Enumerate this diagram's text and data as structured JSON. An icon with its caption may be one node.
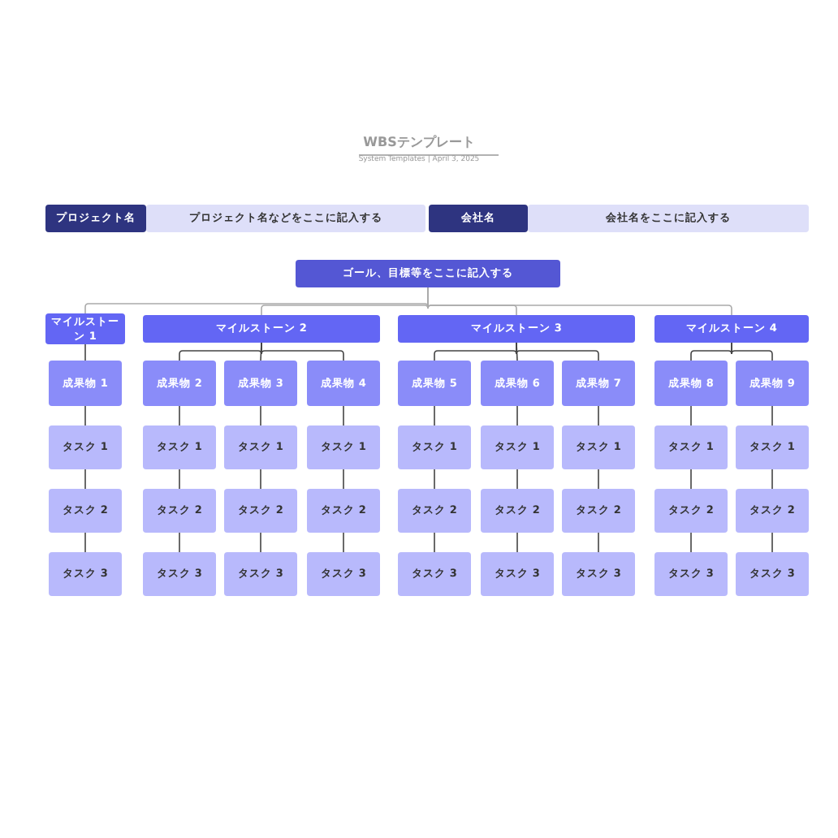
{
  "diagram": {
    "title": "WBSテンプレート",
    "caption": "System Templates | April 3, 2025",
    "nodes": [
      {
        "text": [
          "プロジェクト名"
        ]
      },
      {
        "text": [
          "プロジェクト名などをここに記入する"
        ]
      },
      {
        "text": [
          "会社名"
        ]
      },
      {
        "text": [
          "会社名をここに記入する"
        ]
      },
      {
        "text": [
          "ゴール、目標等をここに記入する"
        ]
      },
      {
        "text": [
          "マイルストーン 1"
        ]
      },
      {
        "text": [
          "マイルストーン 2"
        ]
      },
      {
        "text": [
          "マイルストーン 3"
        ]
      },
      {
        "text": [
          "マイルストーン 4"
        ]
      },
      {
        "text": [
          "成果物 1"
        ]
      },
      {
        "text": [
          "成果物 2"
        ]
      },
      {
        "text": [
          "成果物 3"
        ]
      },
      {
        "text": [
          "成果物 4"
        ]
      },
      {
        "text": [
          "成果物 5"
        ]
      },
      {
        "text": [
          "成果物 6"
        ]
      },
      {
        "text": [
          "成果物 7"
        ]
      },
      {
        "text": [
          "成果物 8"
        ]
      },
      {
        "text": [
          "成果物 9"
        ]
      },
      {
        "text": [
          "タスク 1"
        ]
      },
      {
        "text": [
          "タスク 2"
        ]
      },
      {
        "text": [
          "タスク 3"
        ]
      },
      {
        "text": [
          "タスク 1"
        ]
      },
      {
        "text": [
          "タスク 2"
        ]
      },
      {
        "text": [
          "タスク 3"
        ]
      },
      {
        "text": [
          "タスク 1"
        ]
      },
      {
        "text": [
          "タスク 2"
        ]
      },
      {
        "text": [
          "タスク 3"
        ]
      },
      {
        "text": [
          "タスク 1"
        ]
      },
      {
        "text": [
          "タスク 2"
        ]
      },
      {
        "text": [
          "タスク 3"
        ]
      },
      {
        "text": [
          "タスク 1"
        ]
      },
      {
        "text": [
          "タスク 2"
        ]
      },
      {
        "text": [
          "タスク 3"
        ]
      },
      {
        "text": [
          "タスク 1"
        ]
      },
      {
        "text": [
          "タスク 2"
        ]
      },
      {
        "text": [
          "タスク 3"
        ]
      },
      {
        "text": [
          "タスク 1"
        ]
      },
      {
        "text": [
          "タスク 2"
        ]
      },
      {
        "text": [
          "タスク 3"
        ]
      },
      {
        "text": [
          "タスク 1"
        ]
      },
      {
        "text": [
          "タスク 2"
        ]
      },
      {
        "text": [
          "タスク 3"
        ]
      },
      {
        "text": [
          "タスク 1"
        ]
      },
      {
        "text": [
          "タスク 2"
        ]
      },
      {
        "text": [
          "タスク 3"
        ]
      }
    ],
    "edges": [
      {
        "from": 4,
        "to": 5,
        "arrow": "none",
        "color": "#aaaaaa"
      },
      {
        "from": 4,
        "to": 6,
        "arrow": "none",
        "color": "#aaaaaa"
      },
      {
        "from": 4,
        "to": 7,
        "arrow": "none",
        "color": "#aaaaaa"
      },
      {
        "from": 4,
        "to": 8,
        "arrow": "none",
        "color": "#aaaaaa"
      },
      {
        "from": 5,
        "to": 9,
        "arrow": "none"
      },
      {
        "from": 6,
        "to": 10,
        "arrow": "none"
      },
      {
        "from": 6,
        "to": 11,
        "arrow": "none"
      },
      {
        "from": 6,
        "to": 12,
        "arrow": "none"
      },
      {
        "from": 7,
        "to": 13,
        "arrow": "none"
      },
      {
        "from": 7,
        "to": 14,
        "arrow": "none"
      },
      {
        "from": 7,
        "to": 15,
        "arrow": "none"
      },
      {
        "from": 8,
        "to": 16,
        "arrow": "none"
      },
      {
        "from": 8,
        "to": 17,
        "arrow": "none"
      },
      {
        "from": 9,
        "to": 18,
        "arrow": "none"
      },
      {
        "from": 18,
        "to": 19,
        "arrow": "none"
      },
      {
        "from": 19,
        "to": 20,
        "arrow": "none"
      },
      {
        "from": 10,
        "to": 21,
        "arrow": "none"
      },
      {
        "from": 21,
        "to": 22,
        "arrow": "none"
      },
      {
        "from": 22,
        "to": 23,
        "arrow": "none"
      },
      {
        "from": 11,
        "to": 24,
        "arrow": "none"
      },
      {
        "from": 24,
        "to": 25,
        "arrow": "none"
      },
      {
        "from": 25,
        "to": 26,
        "arrow": "none"
      },
      {
        "from": 12,
        "to": 27,
        "arrow": "none"
      },
      {
        "from": 27,
        "to": 28,
        "arrow": "none"
      },
      {
        "from": 28,
        "to": 29,
        "arrow": "none"
      },
      {
        "from": 13,
        "to": 30,
        "arrow": "none"
      },
      {
        "from": 30,
        "to": 31,
        "arrow": "none"
      },
      {
        "from": 31,
        "to": 32,
        "arrow": "none"
      },
      {
        "from": 14,
        "to": 33,
        "arrow": "none"
      },
      {
        "from": 33,
        "to": 34,
        "arrow": "none"
      },
      {
        "from": 34,
        "to": 35,
        "arrow": "none"
      },
      {
        "from": 15,
        "to": 36,
        "arrow": "none"
      },
      {
        "from": 36,
        "to": 37,
        "arrow": "none"
      },
      {
        "from": 37,
        "to": 38,
        "arrow": "none"
      },
      {
        "from": 16,
        "to": 39,
        "arrow": "none"
      },
      {
        "from": 39,
        "to": 40,
        "arrow": "none"
      },
      {
        "from": 40,
        "to": 41,
        "arrow": "none"
      },
      {
        "from": 17,
        "to": 42,
        "arrow": "none"
      },
      {
        "from": 42,
        "to": 43,
        "arrow": "none"
      },
      {
        "from": 43,
        "to": 44,
        "arrow": "none"
      }
    ]
  }
}
